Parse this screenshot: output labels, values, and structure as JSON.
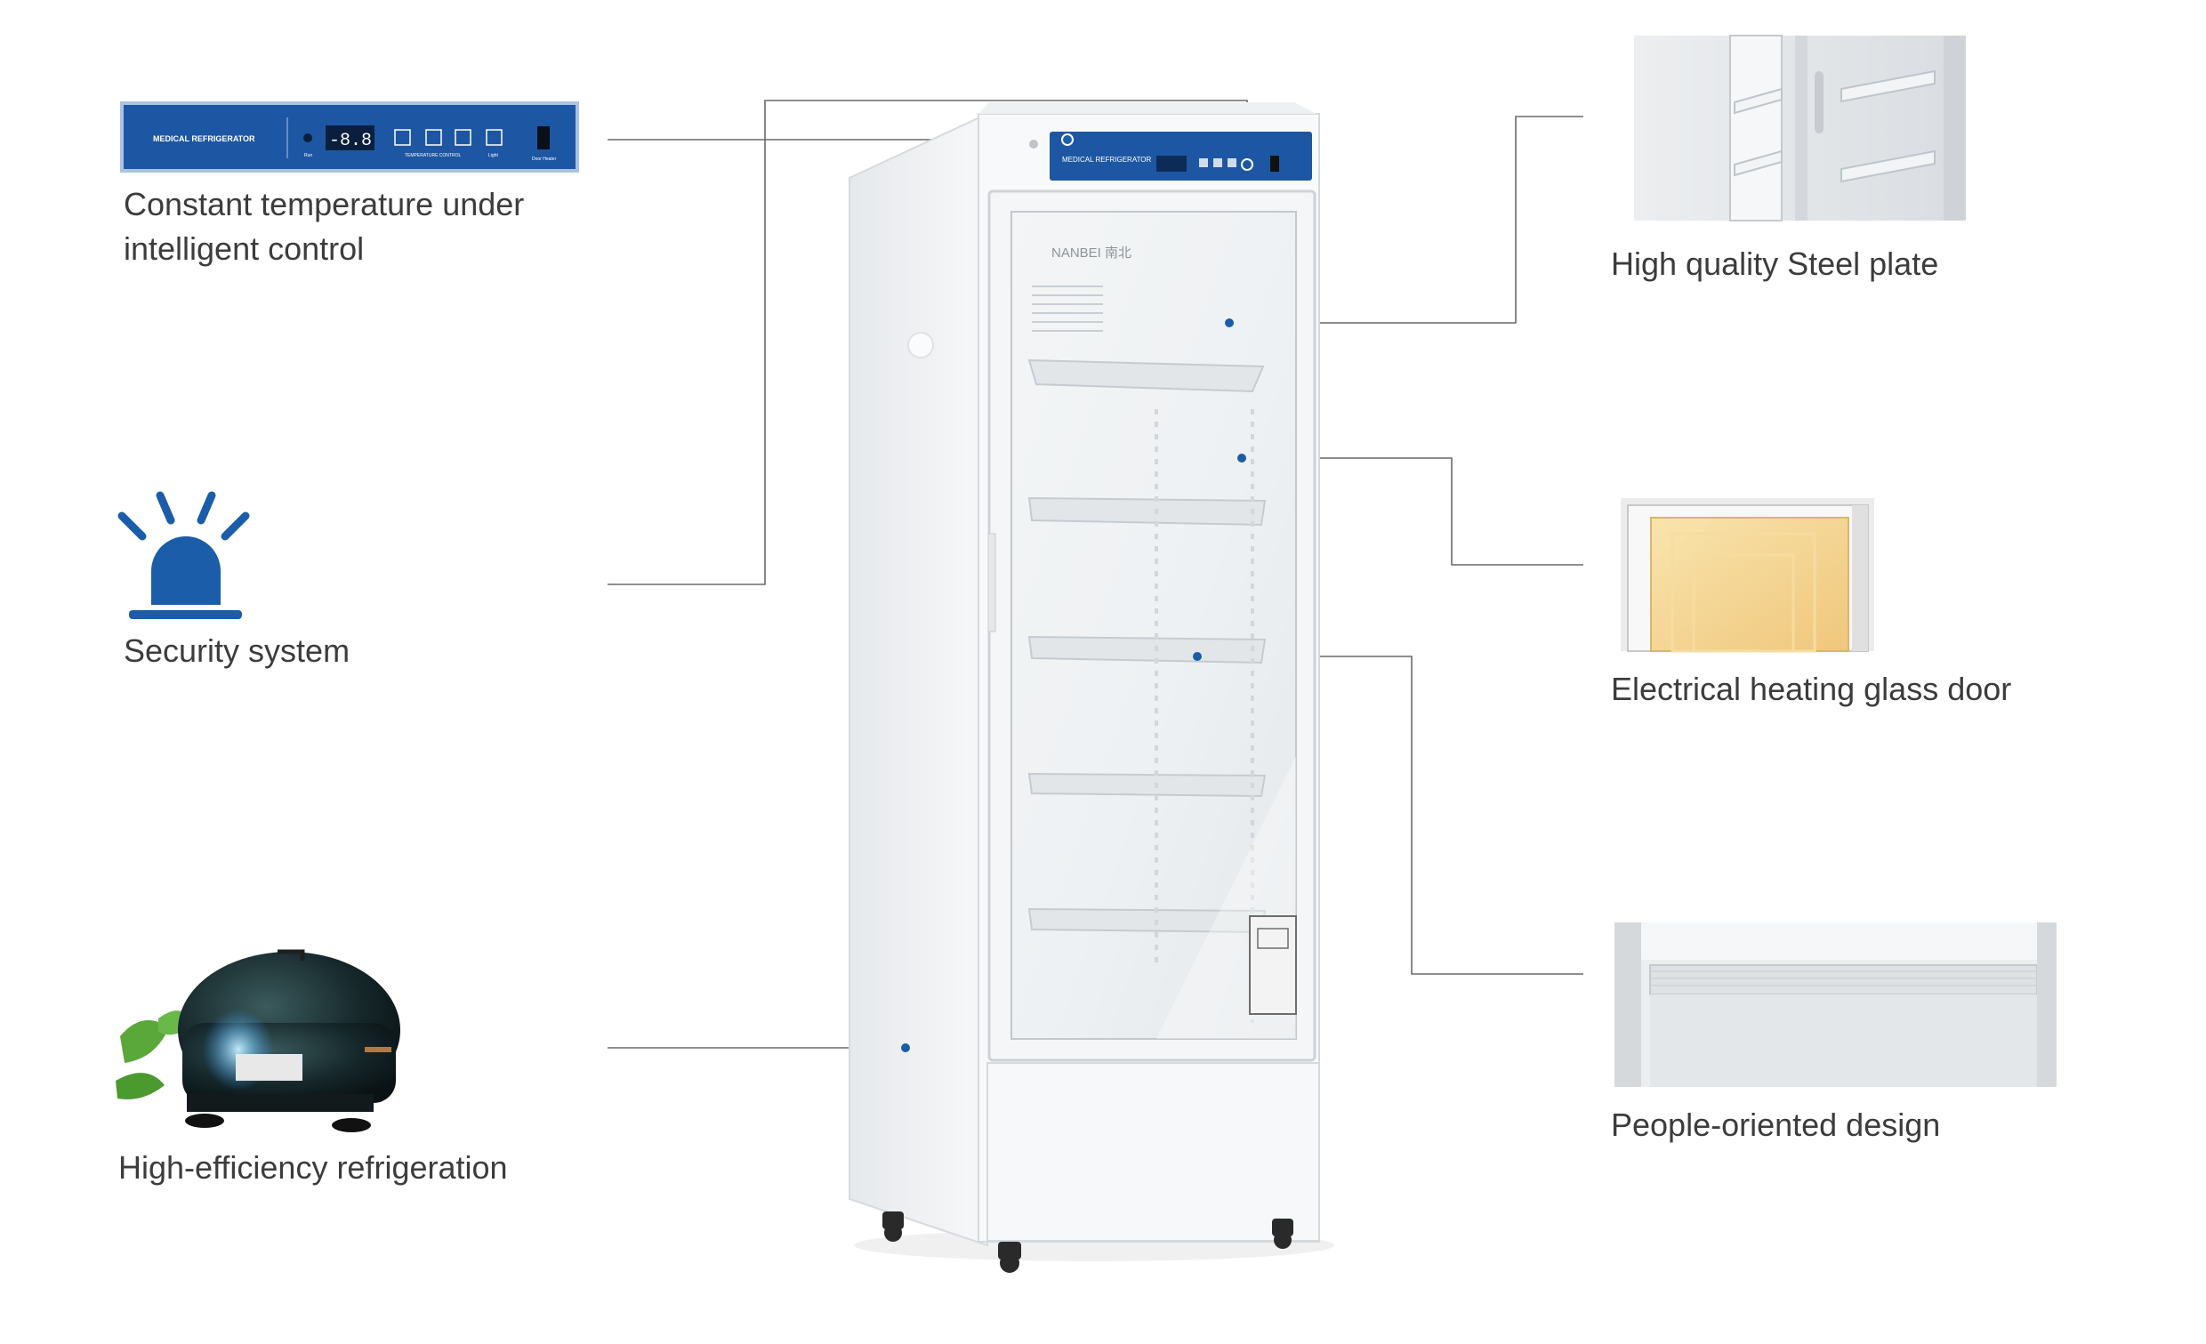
{
  "features_left": [
    {
      "label_line1": "Constant temperature under",
      "label_line2": "intelligent control"
    },
    {
      "label": "Security system"
    },
    {
      "label": "High-efficiency refrigeration"
    }
  ],
  "features_right": [
    {
      "label": "High quality Steel plate"
    },
    {
      "label": "Electrical heating glass door"
    },
    {
      "label": "People-oriented design"
    }
  ],
  "control_panel": {
    "title": "MEDICAL REFRIGERATOR",
    "display": "-8.8",
    "sub_labels": [
      "Run",
      "TEMPERATURE CONTROL",
      "Light",
      "Door Heater"
    ]
  },
  "fridge": {
    "brand": "NANBEI 南北",
    "panel_title": "MEDICAL REFRIGERATOR"
  },
  "colors": {
    "accent": "#1b5da8",
    "panel_blue": "#1d57a3",
    "leader_line": "#6a6a6a",
    "label_text": "#3c3c3c"
  },
  "icons": [
    "alarm-light-icon",
    "compressor-image"
  ]
}
